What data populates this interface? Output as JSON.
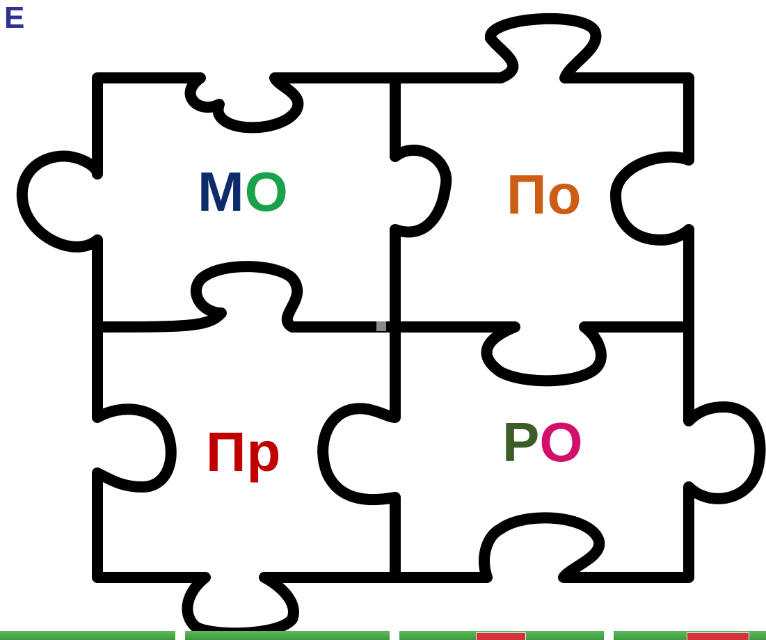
{
  "corner_letter": "Е",
  "pieces": {
    "mo": {
      "first": "М",
      "second": "О",
      "first_color": "#0d2b6b",
      "second_color": "#1aa24a"
    },
    "po": {
      "text": "По",
      "color": "#cd5c14"
    },
    "pr": {
      "text": "Пр",
      "color": "#c00000"
    },
    "ro": {
      "first": "Р",
      "second": "О",
      "first_color": "#3c5c28",
      "second_color": "#d0106a"
    }
  },
  "colors": {
    "outline": "#000000",
    "corner_letter": "#2e3192",
    "thumbnail_green": "#4caf4a",
    "thumbnail_red": "#d4323c"
  },
  "thumbnails_count": 4
}
